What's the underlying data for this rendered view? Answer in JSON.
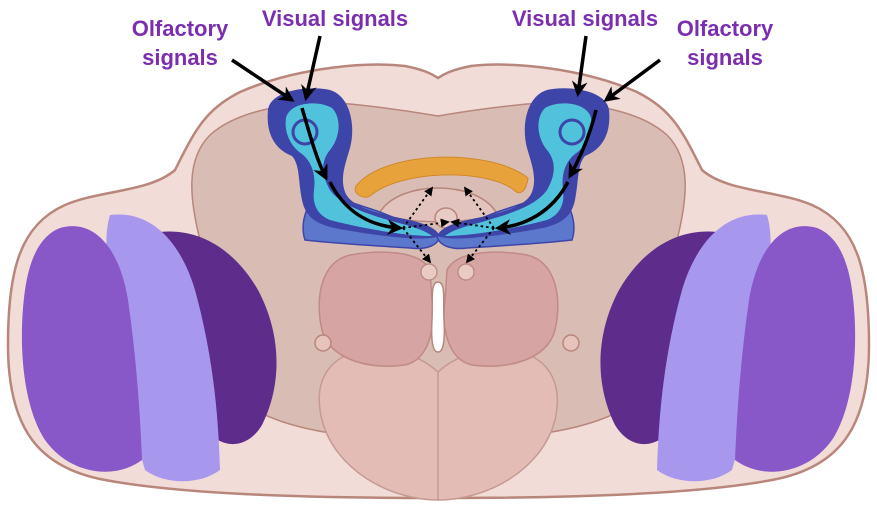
{
  "labels": {
    "left_olfactory": {
      "line1": "Olfactory",
      "line2": "signals"
    },
    "left_visual": "Visual signals",
    "right_visual": "Visual signals",
    "right_olfactory": {
      "line1": "Olfactory",
      "line2": "signals"
    }
  },
  "colors": {
    "label_purple": "#7b2fb0",
    "brain_outer": "#f2dcd7",
    "brain_outline": "#b8867a",
    "brain_inner": "#d9bcb3",
    "central_lobes": "#d6a4a2",
    "optic_dark": "#5e2d8c",
    "optic_light": "#a798ee",
    "optic_mid": "#8857c8",
    "mushroom_dark": "#3e45a8",
    "mushroom_light": "#50c2dc",
    "mushroom_mid": "#5c78cc",
    "fan_body": "#e8a23b",
    "arrow": "#000000"
  }
}
